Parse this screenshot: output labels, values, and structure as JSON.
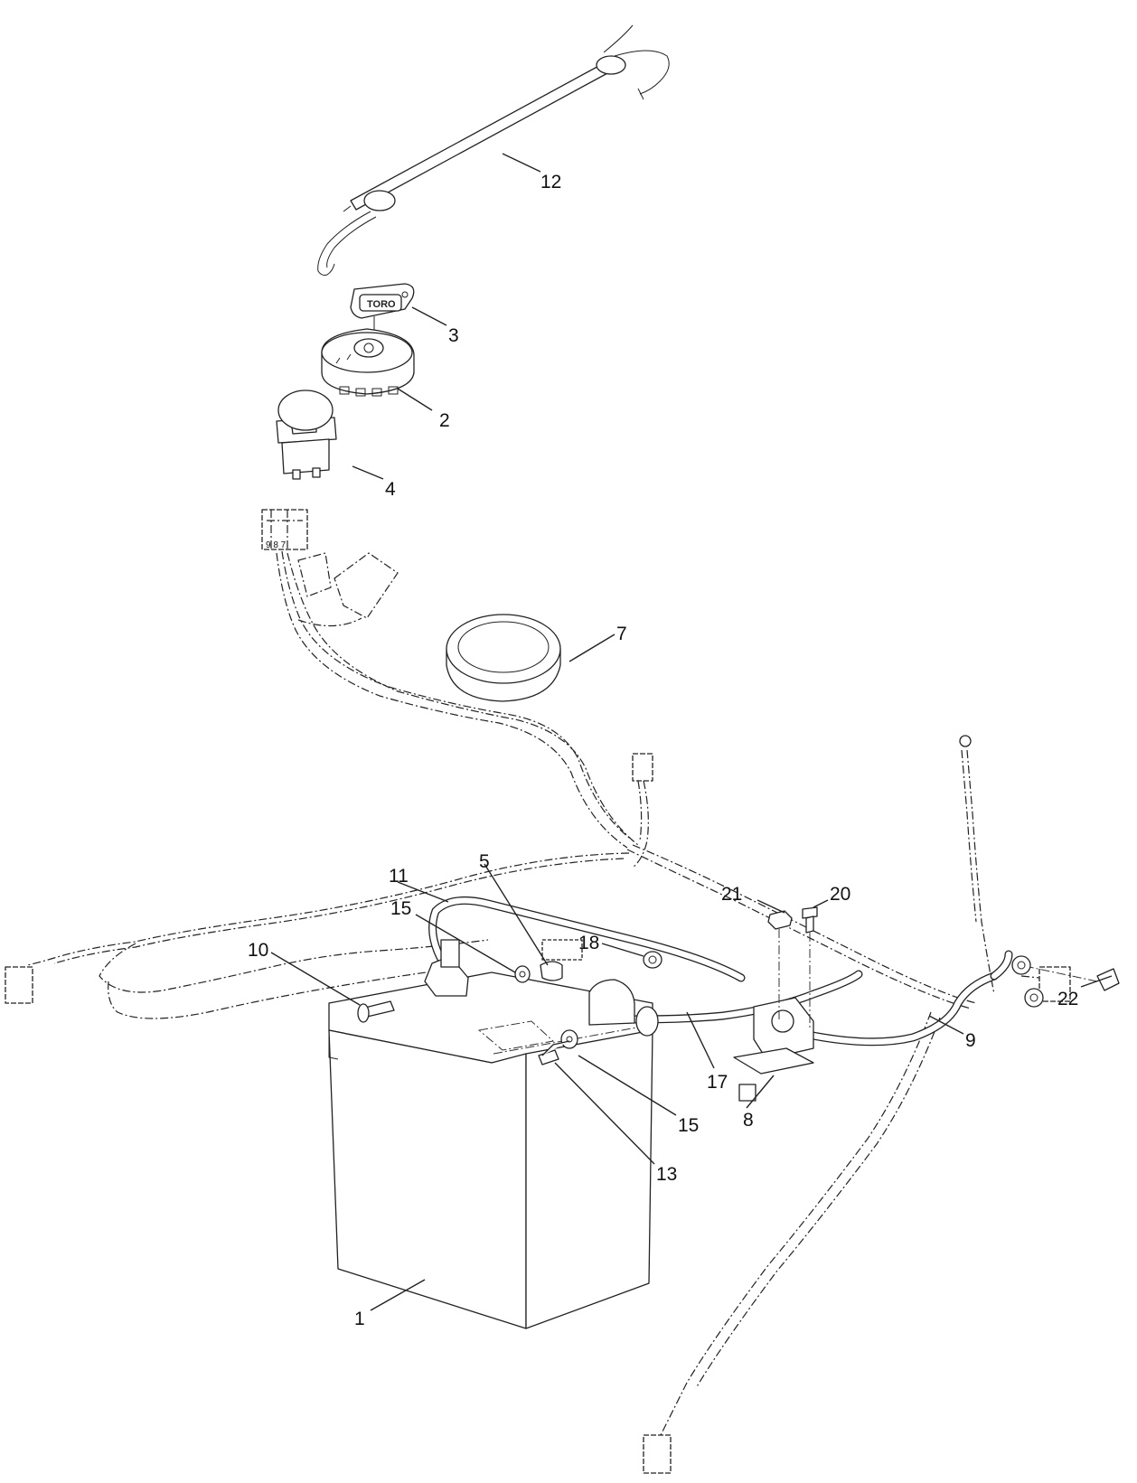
{
  "figure": {
    "callouts": [
      {
        "id": "c1",
        "label": "1"
      },
      {
        "id": "c2",
        "label": "2"
      },
      {
        "id": "c3",
        "label": "3"
      },
      {
        "id": "c4",
        "label": "4"
      },
      {
        "id": "c5",
        "label": "5"
      },
      {
        "id": "c7",
        "label": "7"
      },
      {
        "id": "c8",
        "label": "8"
      },
      {
        "id": "c9",
        "label": "9"
      },
      {
        "id": "c10",
        "label": "10"
      },
      {
        "id": "c11",
        "label": "11"
      },
      {
        "id": "c12",
        "label": "12"
      },
      {
        "id": "c13",
        "label": "13"
      },
      {
        "id": "c15a",
        "label": "15"
      },
      {
        "id": "c15b",
        "label": "15"
      },
      {
        "id": "c17",
        "label": "17"
      },
      {
        "id": "c18",
        "label": "18"
      },
      {
        "id": "c20",
        "label": "20"
      },
      {
        "id": "c21",
        "label": "21"
      },
      {
        "id": "c22",
        "label": "22"
      }
    ],
    "key_tag_text": "TORO",
    "connector_pin_text": "9 8 7"
  }
}
